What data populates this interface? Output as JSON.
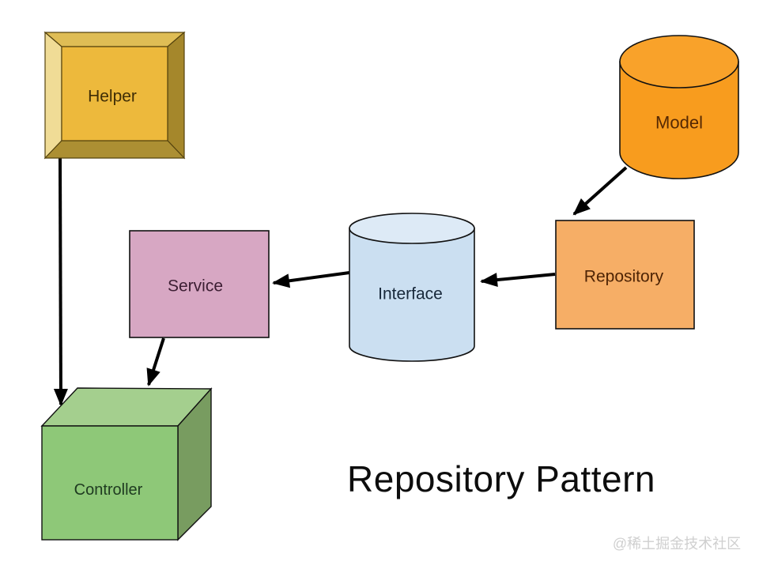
{
  "title": "Repository Pattern",
  "watermark": "@稀土掘金技术社区",
  "background": "#ffffff",
  "arrow_color": "#000000",
  "title_color": "#0d0d0d",
  "watermark_color": "#cfcfcf",
  "nodes": {
    "helper": {
      "label": "Helper",
      "shape": "beveled-square",
      "fill": "#EDB93C",
      "bevel_top": "#DFBD55",
      "bevel_left": "#F0DC96",
      "bevel_right": "#A5872B",
      "bevel_bottom": "#AC8F33",
      "outline": "#55430e",
      "label_color": "#3f2d06"
    },
    "model": {
      "label": "Model",
      "shape": "cylinder",
      "fill": "#F89C1E",
      "fill_top": "#F9A22A",
      "outline": "#111111",
      "label_color": "#552803"
    },
    "service": {
      "label": "Service",
      "shape": "rectangle",
      "fill": "#D7A7C3",
      "outline": "#111111",
      "label_color": "#3c1e33"
    },
    "interface": {
      "label": "Interface",
      "shape": "cylinder",
      "fill": "#CBDFF1",
      "fill_top": "#DDEAF6",
      "outline": "#111111",
      "label_color": "#18283a"
    },
    "repository": {
      "label": "Repository",
      "shape": "rectangle",
      "fill": "#F6AE66",
      "outline": "#111111",
      "label_color": "#4e2405"
    },
    "controller": {
      "label": "Controller",
      "shape": "cube",
      "fill_front": "#8EC878",
      "fill_top": "#A4CF8E",
      "fill_side": "#789C60",
      "outline": "#111111",
      "label_color": "#1e3a20"
    }
  },
  "edges": [
    {
      "from": "Model",
      "to": "Repository"
    },
    {
      "from": "Repository",
      "to": "Interface"
    },
    {
      "from": "Interface",
      "to": "Service"
    },
    {
      "from": "Service",
      "to": "Controller"
    },
    {
      "from": "Helper",
      "to": "Controller"
    }
  ]
}
